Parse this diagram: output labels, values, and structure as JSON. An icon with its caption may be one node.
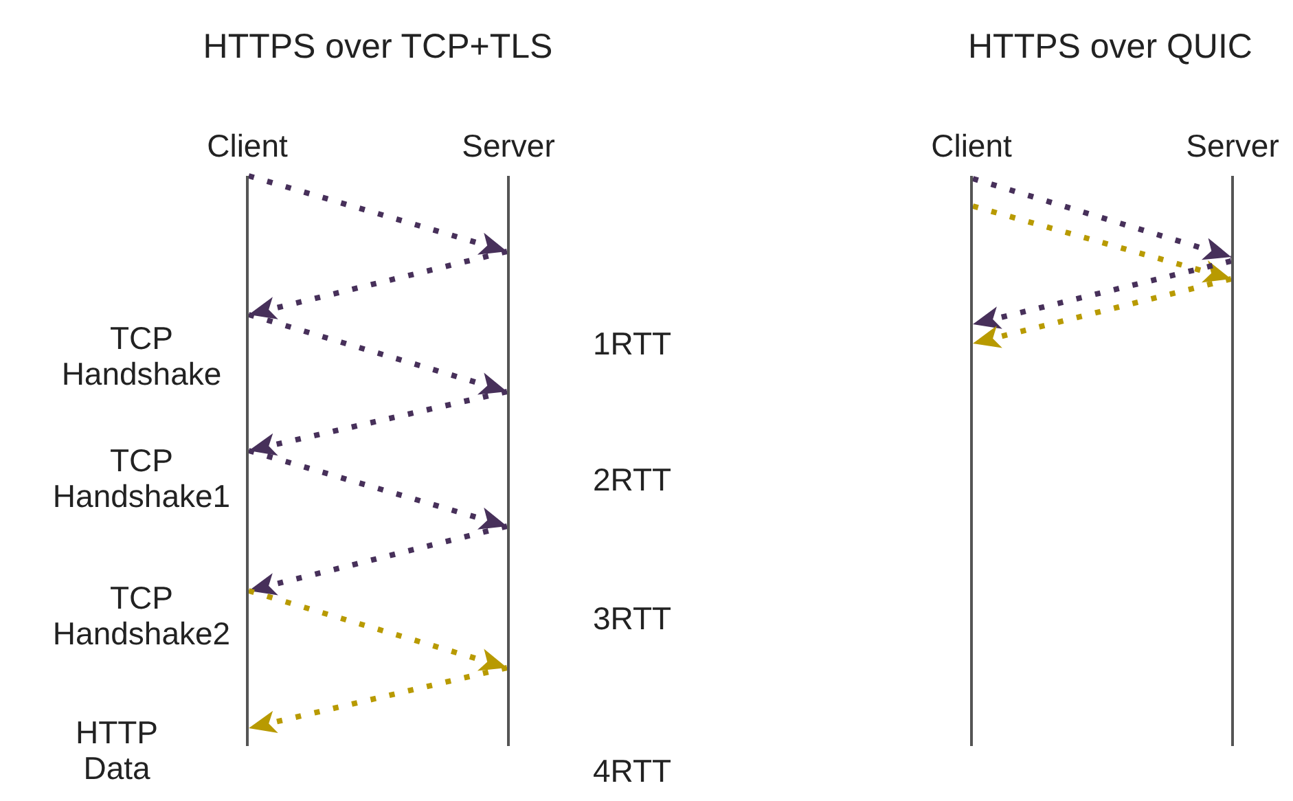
{
  "diagram": {
    "nodes": [
      {
        "text": [
          "Client"
        ]
      },
      {
        "text": [
          "Server"
        ]
      },
      {
        "text": [
          "Client"
        ]
      },
      {
        "text": [
          "Server"
        ]
      }
    ],
    "edges": [
      {
        "from": 0,
        "to": 1,
        "arrow": "to"
      },
      {
        "from": 1,
        "to": 0,
        "arrow": "to"
      },
      {
        "from": 0,
        "to": 1,
        "arrow": "to"
      },
      {
        "from": 1,
        "to": 0,
        "arrow": "to"
      },
      {
        "from": 0,
        "to": 1,
        "arrow": "to"
      },
      {
        "from": 1,
        "to": 0,
        "arrow": "to"
      },
      {
        "from": 0,
        "to": 1,
        "arrow": "to",
        "color": "#b89a00"
      },
      {
        "from": 1,
        "to": 0,
        "arrow": "to",
        "color": "#b89a00"
      },
      {
        "from": 2,
        "to": 3,
        "arrow": "to"
      },
      {
        "from": 2,
        "to": 3,
        "arrow": "to",
        "color": "#b89a00"
      },
      {
        "from": 3,
        "to": 2,
        "arrow": "to"
      },
      {
        "from": 3,
        "to": 2,
        "arrow": "to",
        "color": "#b89a00"
      }
    ],
    "labels": [
      "HTTPS over TCP+TLS",
      "HTTPS over QUIC",
      "TCP Handshake",
      "1RTT",
      "TCP Handshake1",
      "2RTT",
      "TCP Handshake2",
      "3RTT",
      "HTTP Data",
      "4RTT"
    ]
  }
}
